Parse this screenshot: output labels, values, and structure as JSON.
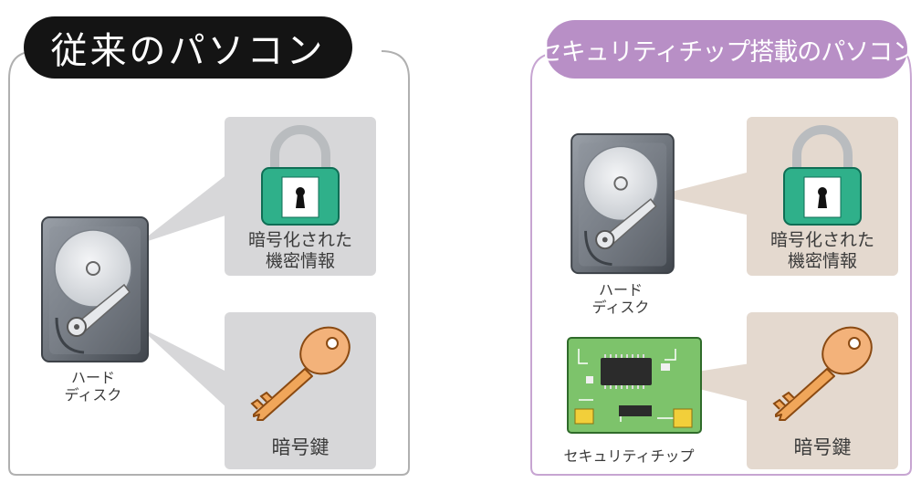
{
  "left_panel": {
    "title": "従来のパソコン",
    "hdd_label_line1": "ハード",
    "hdd_label_line2": "ディスク",
    "encrypted_line1": "暗号化された",
    "encrypted_line2": "機密情報",
    "key_label": "暗号鍵"
  },
  "right_panel": {
    "title": "セキュリティチップ搭載のパソコン",
    "hdd_label_line1": "ハード",
    "hdd_label_line2": "ディスク",
    "chip_label": "セキュリティチップ",
    "encrypted_line1": "暗号化された",
    "encrypted_line2": "機密情報",
    "key_label": "暗号鍵"
  },
  "colors": {
    "left_title_bg": "#141414",
    "right_title_bg": "#b88fc6",
    "left_box_bg": "#d7d7d9",
    "right_box_bg": "#e4d9cf",
    "lock_green": "#2fb08a",
    "key_orange": "#f0a65a",
    "chip_green": "#7dc36b"
  },
  "icons": [
    "hard-disk-icon",
    "lock-icon",
    "key-icon",
    "security-chip-icon"
  ]
}
